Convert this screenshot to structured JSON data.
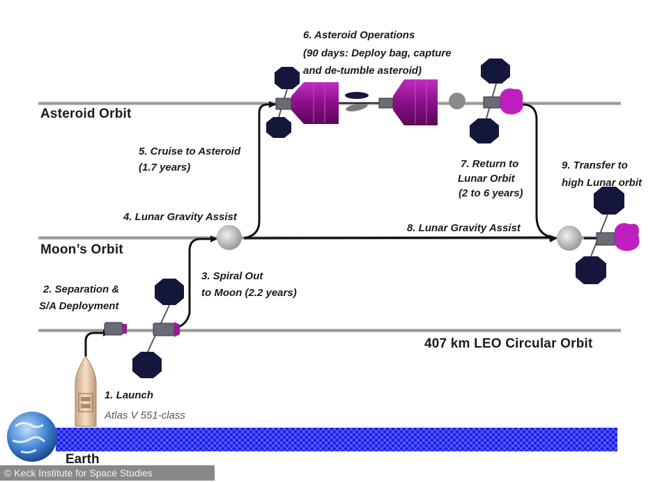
{
  "orbits": {
    "asteroid": "Asteroid Orbit",
    "moon": "Moon’s Orbit",
    "leo": "407 km LEO Circular Orbit"
  },
  "steps": {
    "s1": "1. Launch",
    "s1_sub": "Atlas V 551-class",
    "s2_l1": "2. Separation &",
    "s2_l2": "S/A Deployment",
    "s3_l1": "3. Spiral Out",
    "s3_l2": "to Moon (2.2 years)",
    "s4": "4. Lunar Gravity Assist",
    "s5_l1": "5. Cruise to Asteroid",
    "s5_l2": "(1.7 years)",
    "s6_l1": "6. Asteroid Operations",
    "s6_l2": "(90 days: Deploy bag, capture",
    "s6_l3": "and de-tumble asteroid)",
    "s7_l1": "7. Return to",
    "s7_l2": "Lunar Orbit",
    "s7_l3": "(2 to 6 years)",
    "s8": "8. Lunar Gravity Assist",
    "s9_l1": "9. Transfer to",
    "s9_l2": "high Lunar orbit"
  },
  "earth": "Earth",
  "credit": "© Keck Institute for Space Studies",
  "colors": {
    "orbit_line": "#8f8f8f",
    "path": "#111111",
    "solar_panel": "#14163a",
    "capture_bag": "#9b1a9b",
    "ground": "#1a1ae0"
  }
}
